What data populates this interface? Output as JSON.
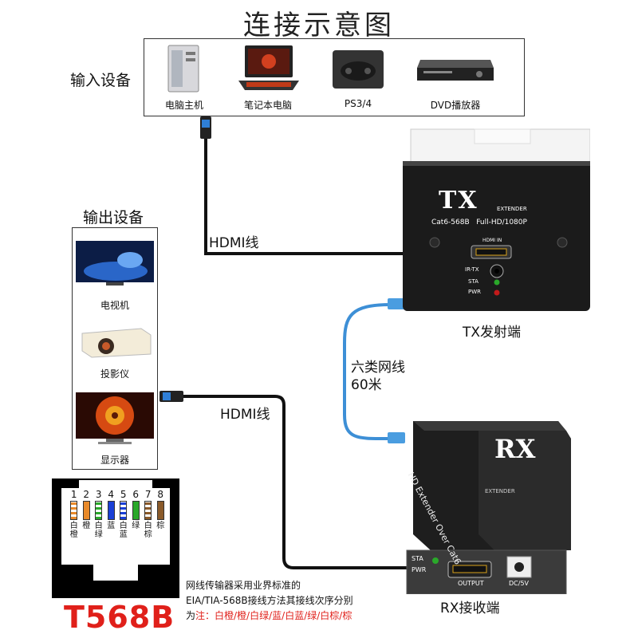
{
  "title": "连接示意图",
  "input": {
    "label": "输入设备",
    "devices": [
      {
        "label": "电脑主机",
        "icon": "pc-tower-icon"
      },
      {
        "label": "笔记本电脑",
        "icon": "laptop-icon"
      },
      {
        "label": "PS3/4",
        "icon": "game-console-icon"
      },
      {
        "label": "DVD播放器",
        "icon": "dvd-player-icon"
      }
    ]
  },
  "output": {
    "label": "输出设备",
    "devices": [
      {
        "label": "电视机",
        "icon": "tv-icon"
      },
      {
        "label": "投影仪",
        "icon": "projector-icon"
      },
      {
        "label": "显示器",
        "icon": "monitor-icon"
      }
    ]
  },
  "cables": {
    "hdmi_in": "HDMI线",
    "hdmi_out": "HDMI线",
    "network_line1": "六类网线",
    "network_line2": "60米"
  },
  "tx": {
    "logo": "TX",
    "logo_sub": "EXTENDER",
    "spec": "Cat6-568B   Full-HD/1080P",
    "port_hdmi": "HDMI IN",
    "port_ir": "IR-TX",
    "led_sta": "STA",
    "led_pwr": "PWR",
    "caption": "TX发射端"
  },
  "rx": {
    "logo": "RX",
    "logo_sub": "EXTENDER",
    "side_text": "HD Extender Over Cat6",
    "led_sta": "STA",
    "led_pwr": "PWR",
    "port_output": "OUTPUT",
    "port_dc": "DC/5V",
    "caption": "RX接收端"
  },
  "pinout": {
    "numbers": [
      "1",
      "2",
      "3",
      "4",
      "5",
      "6",
      "7",
      "8"
    ],
    "colors": [
      "#e98a2a",
      "#e98a2a",
      "#2aa82a",
      "#1a3fd6",
      "#1a3fd6",
      "#2aa82a",
      "#8a5a2a",
      "#8a5a2a"
    ],
    "striped": [
      true,
      false,
      true,
      false,
      true,
      false,
      true,
      false
    ],
    "labels": [
      "白橙",
      "橙",
      "白绿",
      "蓝",
      "白蓝",
      "绿",
      "白棕",
      "棕"
    ],
    "standard": "T568B"
  },
  "note": {
    "line1": "网线传输器采用业界标准的",
    "line2": "EIA/TIA-568B接线方法其接线次序分别",
    "line3_prefix": "为",
    "line3_red": "注：白橙/橙/白绿/蓝/白蓝/绿/白棕/棕"
  }
}
